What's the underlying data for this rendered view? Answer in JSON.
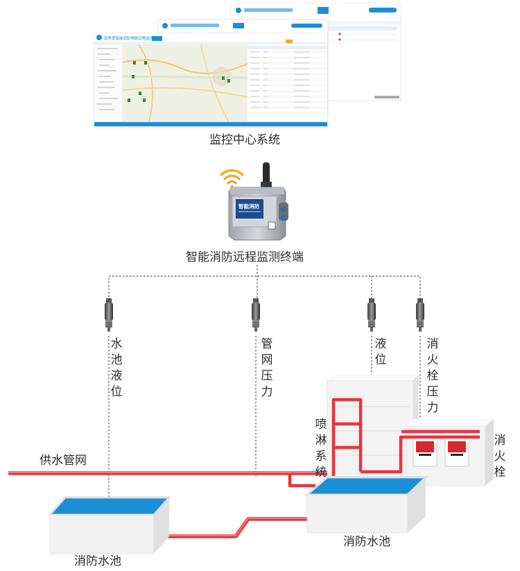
{
  "colors": {
    "pipe": "#e8343f",
    "water": "#1a8fd6",
    "brand": "#1a8fd6",
    "box": "#f1f1f1",
    "dash": "#555555"
  },
  "monitor": {
    "app_title": "壹零壹智能消防物联远程监控系统",
    "caption": "监控中心系统"
  },
  "terminal": {
    "screen_text": "智能消防",
    "caption": "智能消防远程监测终端"
  },
  "sensors": {
    "pool_level": "水池液位",
    "network_pressure": "管网压力",
    "level": "液位",
    "hydrant_pressure": "消火栓压力"
  },
  "labels": {
    "supply_network": "供水管网",
    "sprinkler": "喷淋系统",
    "hydrant": "消火栓",
    "pool_left": "消防水池",
    "pool_right": "消防水池",
    "hydrant_box": "消火栓"
  },
  "icons": {
    "wifi": "wifi-icon",
    "antenna": "antenna-icon",
    "sensor": "pressure-sensor-icon"
  }
}
